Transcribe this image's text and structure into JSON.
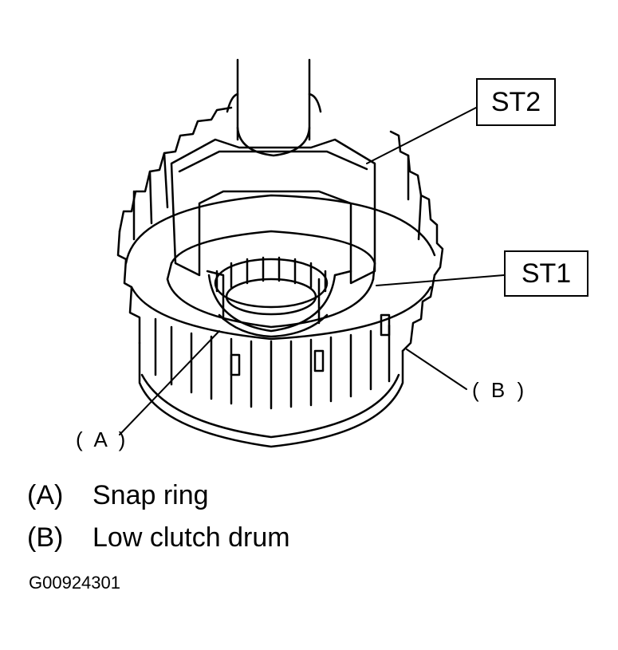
{
  "callouts": {
    "st2": "ST2",
    "st1": "ST1",
    "b": "( B )",
    "a": "( A )"
  },
  "legend": [
    {
      "key": "(A)",
      "text": "Snap ring"
    },
    {
      "key": "(B)",
      "text": "Low clutch drum"
    }
  ],
  "figure_code": "G00924301"
}
